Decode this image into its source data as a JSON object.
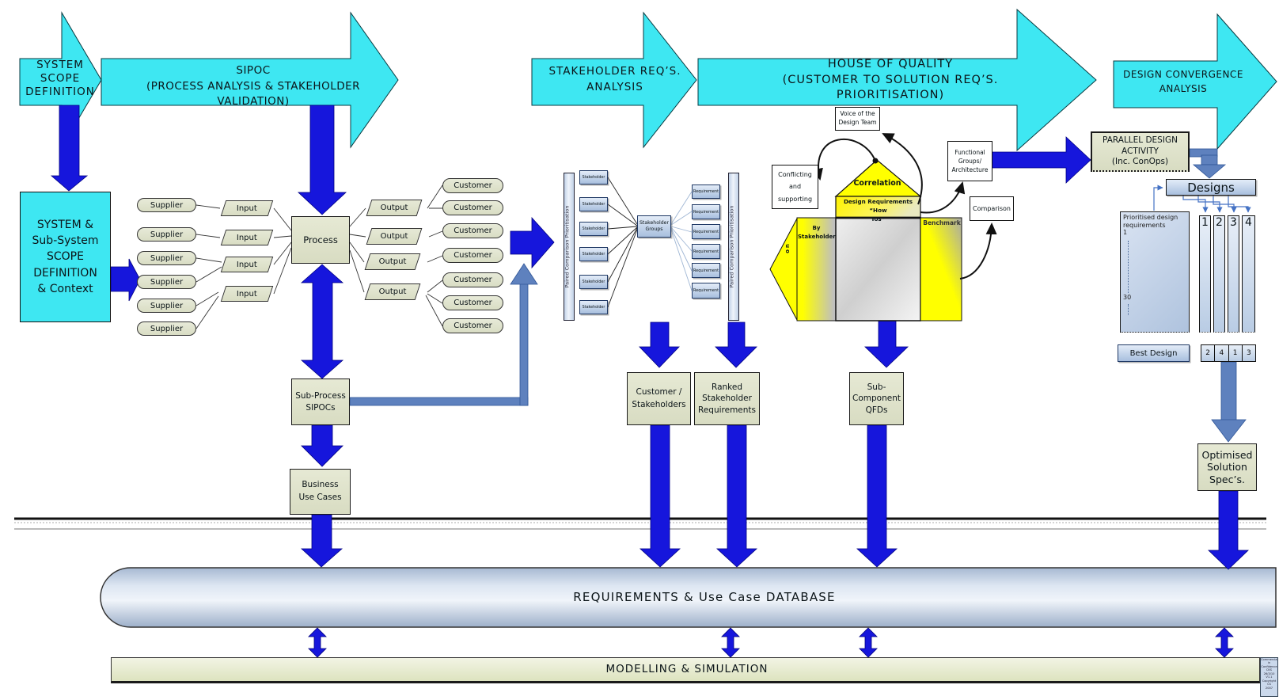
{
  "phases": {
    "p1": "SYSTEM\nSCOPE\nDEFINITION",
    "p2": "SIPOC\n(PROCESS ANALYSIS & STAKEHOLDER VALIDATION)",
    "p3": "STAKEHOLDER REQ’S.\nANALYSIS",
    "p4": "HOUSE OF QUALITY\n(CUSTOMER TO SOLUTION REQ’S.\nPRIORITISATION)",
    "p5": "DESIGN CONVERGENCE\nANALYSIS"
  },
  "scope_box": {
    "label": "SYSTEM &\nSub-System\nSCOPE\nDEFINITION\n& Context"
  },
  "sipoc": {
    "suppliers": [
      "Supplier",
      "Supplier",
      "Supplier",
      "Supplier",
      "Supplier",
      "Supplier"
    ],
    "inputs": [
      "Input",
      "Input",
      "Input",
      "Input"
    ],
    "process": "Process",
    "outputs": [
      "Output",
      "Output",
      "Output",
      "Output"
    ],
    "customers": [
      "Customer",
      "Customer",
      "Customer",
      "Customer",
      "Customer",
      "Customer",
      "Customer"
    ],
    "sub_process": "Sub-Process\nSIPOCs",
    "business_use_cases": "Business\nUse Cases"
  },
  "stakeholder": {
    "bar_label": "Paired Comparison Prioritisation",
    "items": [
      "Stakeholder",
      "Stakeholder",
      "Stakeholder",
      "Stakeholder",
      "Stakeholder",
      "Stakeholder"
    ],
    "groups": "Stakeholder\nGroups",
    "requirements": [
      "Requirement",
      "Requirement",
      "Requirement",
      "Requirement",
      "Requirement",
      "Requirement"
    ],
    "customer_box": "Customer /\nStakeholders",
    "ranked_box": "Ranked\nStakeholder\nRequirements"
  },
  "hoq": {
    "voice": "Voice of the\nDesign Team",
    "conflicting": "Conflicting\nand\nsupporting",
    "correlation": "Correlation",
    "design_requirements": "Design Requirements “How\nTos”",
    "by_stakeholder": "By\nStakeholder",
    "side_label": "on",
    "benchmark": "Benchmark",
    "functional": "Functional\nGroups/\nArchitecture",
    "comparison": "Comparison",
    "sub_component": "Sub-\nComponent\nQFDs"
  },
  "design": {
    "parallel": "PARALLEL DESIGN\nACTIVITY\n(Inc. ConOps)",
    "designs_title": "Designs",
    "prioritised": "Prioritised design\nrequirements",
    "range_start": "1",
    "range_end": "30",
    "columns": [
      "1",
      "2",
      "3",
      "4"
    ],
    "best_design": "Best Design",
    "ranking": [
      "2",
      "4",
      "1",
      "3"
    ],
    "optimised": "Optimised\nSolution\nSpec’s."
  },
  "footer": {
    "database": "REQUIREMENTS & Use Case DATABASE",
    "modelling": "MODELLING & SIMULATION",
    "stamp": "Commercial in\nConfidence\nCKS 26/3/10\nV1.1\nCopyright CS\n2007"
  }
}
